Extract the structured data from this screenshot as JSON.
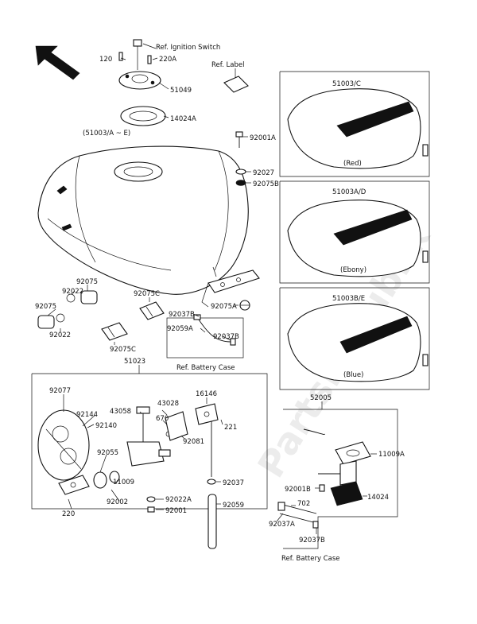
{
  "diagram": {
    "watermark": "PartsRepublik",
    "parts": {
      "p120": "120",
      "ref_ignition": "Ref. Ignition Switch",
      "p220a": "220A",
      "ref_label": "Ref. Label",
      "p51049": "51049",
      "p14024a": "14024A",
      "p51003_ae": "(51003/A ~ E)",
      "p92001a": "92001A",
      "p92027": "92027",
      "p92075b": "92075B",
      "p92075_1": "92075",
      "p92022_1": "92022",
      "p92075_2": "92075",
      "p92022_2": "92022",
      "p92075c_1": "92075C",
      "p92075c_2": "92075C",
      "p92037b_1": "92037B",
      "p92075a": "92075A",
      "p92059a": "92059A",
      "p92037b_2": "92037B",
      "ref_battery_1": "Ref. Battery Case",
      "p51023": "51023",
      "p92077": "92077",
      "p92144": "92144",
      "p43058": "43058",
      "p43028": "43028",
      "p16146": "16146",
      "p670": "670",
      "p92140": "92140",
      "p92081": "92081",
      "p221": "221",
      "p92055": "92055",
      "p11009": "11009",
      "p92002": "92002",
      "p220": "220",
      "p92022a": "92022A",
      "p92001": "92001",
      "p92037": "92037",
      "p92059": "92059",
      "p51003c": "51003/C",
      "red": "(Red)",
      "p51003ad": "51003A/D",
      "ebony": "(Ebony)",
      "p51003be": "51003B/E",
      "blue": "(Blue)",
      "p52005": "52005",
      "p11009a": "11009A",
      "p92001b": "92001B",
      "p14024": "14024",
      "p702": "702",
      "p92037a": "92037A",
      "p92037b_3": "92037B",
      "ref_battery_2": "Ref. Battery Case"
    }
  }
}
